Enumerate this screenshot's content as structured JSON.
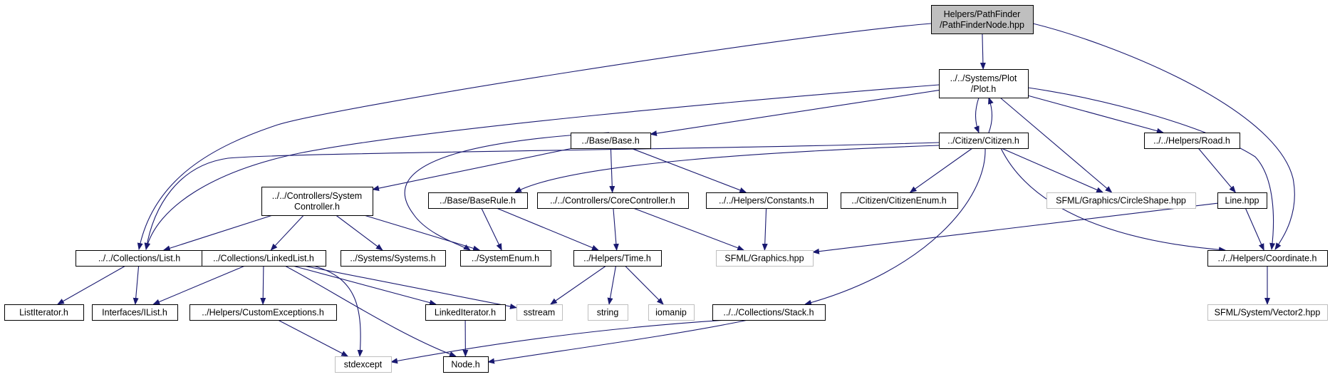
{
  "colors": {
    "edge": "#191970",
    "root_fill": "#bfbfbf",
    "node_fill": "#ffffff",
    "node_border": "#000000",
    "external_border": "#bfbfbf",
    "text": "#000000"
  },
  "nodes": [
    {
      "id": "root",
      "lines": [
        "Helpers/PathFinder",
        "/PathFinderNode.hpp"
      ],
      "kind": "root"
    },
    {
      "id": "plot",
      "lines": [
        "../../Systems/Plot",
        "/Plot.h"
      ],
      "kind": "internal"
    },
    {
      "id": "base",
      "lines": [
        "../Base/Base.h"
      ],
      "kind": "internal"
    },
    {
      "id": "citizen",
      "lines": [
        "../Citizen/Citizen.h"
      ],
      "kind": "internal"
    },
    {
      "id": "road",
      "lines": [
        "../../Helpers/Road.h"
      ],
      "kind": "internal"
    },
    {
      "id": "syscontroller",
      "lines": [
        "../../Controllers/System",
        "Controller.h"
      ],
      "kind": "internal"
    },
    {
      "id": "baserule",
      "lines": [
        "../Base/BaseRule.h"
      ],
      "kind": "internal"
    },
    {
      "id": "corecontroller",
      "lines": [
        "../../Controllers/CoreController.h"
      ],
      "kind": "internal"
    },
    {
      "id": "constants",
      "lines": [
        "../../Helpers/Constants.h"
      ],
      "kind": "internal"
    },
    {
      "id": "citizenenum",
      "lines": [
        "../Citizen/CitizenEnum.h"
      ],
      "kind": "internal"
    },
    {
      "id": "circleshape",
      "lines": [
        "SFML/Graphics/CircleShape.hpp"
      ],
      "kind": "external"
    },
    {
      "id": "line",
      "lines": [
        "Line.hpp"
      ],
      "kind": "internal"
    },
    {
      "id": "list",
      "lines": [
        "../../Collections/List.h"
      ],
      "kind": "internal"
    },
    {
      "id": "linkedlist",
      "lines": [
        "../Collections/LinkedList.h"
      ],
      "kind": "internal"
    },
    {
      "id": "systems",
      "lines": [
        "../Systems/Systems.h"
      ],
      "kind": "internal"
    },
    {
      "id": "systemenum",
      "lines": [
        "../SystemEnum.h"
      ],
      "kind": "internal"
    },
    {
      "id": "time",
      "lines": [
        "../Helpers/Time.h"
      ],
      "kind": "internal"
    },
    {
      "id": "graphics",
      "lines": [
        "SFML/Graphics.hpp"
      ],
      "kind": "external"
    },
    {
      "id": "coordinate",
      "lines": [
        "../../Helpers/Coordinate.h"
      ],
      "kind": "internal"
    },
    {
      "id": "listiterator",
      "lines": [
        "ListIterator.h"
      ],
      "kind": "internal"
    },
    {
      "id": "ilist",
      "lines": [
        "Interfaces/IList.h"
      ],
      "kind": "internal"
    },
    {
      "id": "customexceptions",
      "lines": [
        "../Helpers/CustomExceptions.h"
      ],
      "kind": "internal"
    },
    {
      "id": "linkediterator",
      "lines": [
        "LinkedIterator.h"
      ],
      "kind": "internal"
    },
    {
      "id": "sstream",
      "lines": [
        "sstream"
      ],
      "kind": "external"
    },
    {
      "id": "string",
      "lines": [
        "string"
      ],
      "kind": "external"
    },
    {
      "id": "iomanip",
      "lines": [
        "iomanip"
      ],
      "kind": "external"
    },
    {
      "id": "stack",
      "lines": [
        "../../Collections/Stack.h"
      ],
      "kind": "internal"
    },
    {
      "id": "vector2",
      "lines": [
        "SFML/System/Vector2.hpp"
      ],
      "kind": "external"
    },
    {
      "id": "stdexcept",
      "lines": [
        "stdexcept"
      ],
      "kind": "external"
    },
    {
      "id": "node",
      "lines": [
        "Node.h"
      ],
      "kind": "internal"
    }
  ],
  "edges": [
    [
      "root",
      "plot"
    ],
    [
      "root",
      "list"
    ],
    [
      "root",
      "coordinate"
    ],
    [
      "plot",
      "base"
    ],
    [
      "plot",
      "citizen"
    ],
    [
      "plot",
      "road"
    ],
    [
      "plot",
      "list"
    ],
    [
      "plot",
      "circleshape"
    ],
    [
      "plot",
      "coordinate"
    ],
    [
      "citizen",
      "plot"
    ],
    [
      "citizen",
      "list"
    ],
    [
      "citizen",
      "baserule"
    ],
    [
      "citizen",
      "citizenenum"
    ],
    [
      "citizen",
      "circleshape"
    ],
    [
      "citizen",
      "stack"
    ],
    [
      "citizen",
      "coordinate"
    ],
    [
      "base",
      "syscontroller"
    ],
    [
      "base",
      "corecontroller"
    ],
    [
      "base",
      "constants"
    ],
    [
      "base",
      "systemenum"
    ],
    [
      "road",
      "line"
    ],
    [
      "line",
      "graphics"
    ],
    [
      "line",
      "coordinate"
    ],
    [
      "syscontroller",
      "list"
    ],
    [
      "syscontroller",
      "linkedlist"
    ],
    [
      "syscontroller",
      "systems"
    ],
    [
      "syscontroller",
      "systemenum"
    ],
    [
      "baserule",
      "systemenum"
    ],
    [
      "baserule",
      "time"
    ],
    [
      "corecontroller",
      "time"
    ],
    [
      "corecontroller",
      "graphics"
    ],
    [
      "constants",
      "graphics"
    ],
    [
      "list",
      "listiterator"
    ],
    [
      "list",
      "ilist"
    ],
    [
      "linkedlist",
      "ilist"
    ],
    [
      "linkedlist",
      "customexceptions"
    ],
    [
      "linkedlist",
      "linkediterator"
    ],
    [
      "linkedlist",
      "sstream"
    ],
    [
      "linkedlist",
      "stdexcept"
    ],
    [
      "linkedlist",
      "node"
    ],
    [
      "time",
      "sstream"
    ],
    [
      "time",
      "string"
    ],
    [
      "time",
      "iomanip"
    ],
    [
      "coordinate",
      "vector2"
    ],
    [
      "customexceptions",
      "stdexcept"
    ],
    [
      "linkediterator",
      "node"
    ],
    [
      "stack",
      "stdexcept"
    ],
    [
      "stack",
      "node"
    ]
  ]
}
